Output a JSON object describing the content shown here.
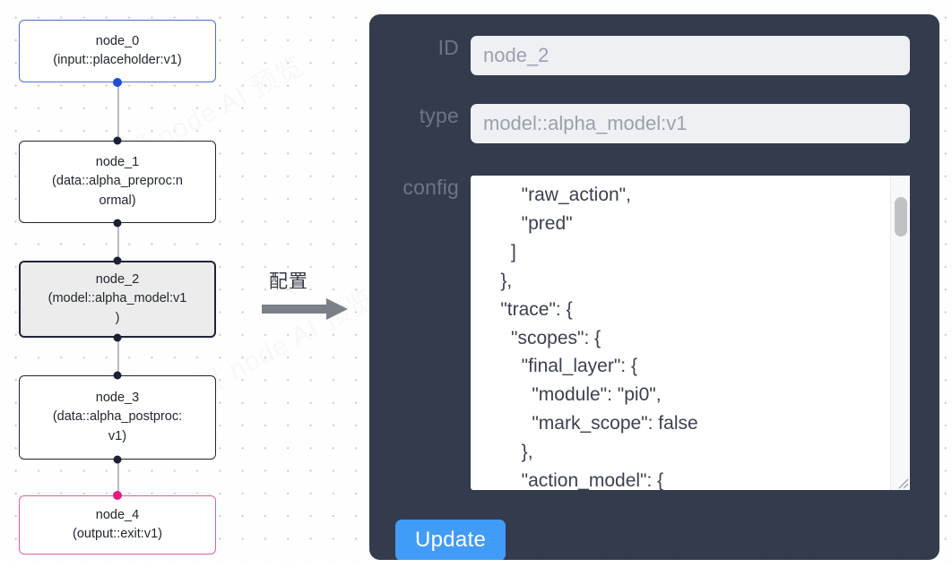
{
  "canvas": {
    "watermark_text": "节点配置 node AI 预览"
  },
  "graph": {
    "nodes": [
      {
        "id": "node_0",
        "label": "node_0\n(input::placeholder:v1)",
        "kind": "input",
        "selected": false
      },
      {
        "id": "node_1",
        "label": "node_1\n(data::alpha_preproc:n\normal)",
        "kind": "default",
        "selected": false
      },
      {
        "id": "node_2",
        "label": "node_2\n(model::alpha_model:v1\n)",
        "kind": "default",
        "selected": true
      },
      {
        "id": "node_3",
        "label": "node_3\n(data::alpha_postproc:\nv1)",
        "kind": "default",
        "selected": false
      },
      {
        "id": "node_4",
        "label": "node_4\n(output::exit:v1)",
        "kind": "output",
        "selected": false
      }
    ],
    "colors": {
      "input_border": "#4a6fd0",
      "output_border": "#e05fa6",
      "default_border": "#1f2436",
      "selected_fill": "#ececec",
      "handle": "#1b2133",
      "handle_input": "#1f4ed8",
      "handle_output": "#e8187f",
      "edge": "#b9bcc4"
    }
  },
  "annotation": {
    "arrow_label": "配置",
    "arrow_color": "#7b7f88"
  },
  "inspector": {
    "panel_color": "#333b4d",
    "fields": [
      {
        "label": "ID",
        "value": "node_2"
      },
      {
        "label": "type",
        "value": "model::alpha_model:v1"
      },
      {
        "label": "config",
        "value": ""
      }
    ],
    "id_label": "ID",
    "id_value": "node_2",
    "type_label": "type",
    "type_value": "model::alpha_model:v1",
    "config_label": "config",
    "config_value": "        \"raw_action\",\n        \"pred\"\n      ]\n    },\n    \"trace\": {\n      \"scopes\": {\n        \"final_layer\": {\n          \"module\": \"pi0\",\n          \"mark_scope\": false\n        },\n        \"action_model\": {",
    "update_label": "Update",
    "update_color": "#419cf8"
  }
}
